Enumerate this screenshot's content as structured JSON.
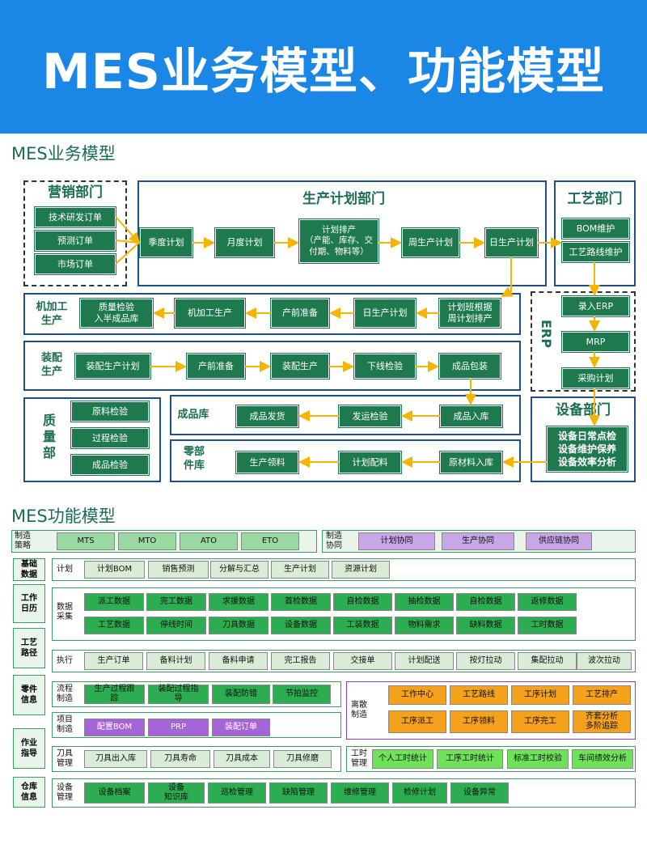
{
  "banner": {
    "title": "MES业务模型、功能模型"
  },
  "business": {
    "title": "MES业务模型",
    "marketing": {
      "label": "营销部门",
      "items": [
        "技术研发订单",
        "预测订单",
        "市场订单"
      ]
    },
    "planning": {
      "label": "生产计划部门",
      "items": [
        "季度计划",
        "月度计划",
        "计划排产\n（产能、库存、交\n付期、物料等）",
        "周生产计划",
        "日生产计划"
      ]
    },
    "process": {
      "label": "工艺部门",
      "items": [
        "BOM维护",
        "工艺路线维护"
      ]
    },
    "machining": {
      "label": "机加工\n生产",
      "items": [
        "质量检验\n入半成品库",
        "机加工生产",
        "产前准备",
        "日生产计划",
        "计划班根据\n周计划排产"
      ]
    },
    "assembly": {
      "label": "装配\n生产",
      "items": [
        "装配生产计划",
        "产前准备",
        "装配生产",
        "下线检验",
        "成品包装"
      ]
    },
    "erp": {
      "label": "ERP",
      "items": [
        "录入ERP",
        "MRP",
        "采购计划"
      ]
    },
    "quality": {
      "label": "质\n量\n部",
      "items": [
        "原料检验",
        "过程检验",
        "成品检验"
      ]
    },
    "finished": {
      "label": "成品库",
      "items": [
        "成品发货",
        "发运检验",
        "成品入库"
      ]
    },
    "parts": {
      "label": "零部\n件库",
      "items": [
        "生产领料",
        "计划配料",
        "原材料入库"
      ]
    },
    "equipment": {
      "label": "设备部门",
      "items": "设备日常点检\n设备维护保养\n设备效率分析"
    }
  },
  "functional": {
    "title": "MES功能模型",
    "sidebar": [
      "基础\n数据",
      "工作\n日历",
      "工艺\n路径",
      "零件\n信息",
      "作业\n指导",
      "仓库\n信息"
    ],
    "strategy": {
      "label": "制造\n策略",
      "items": [
        "MTS",
        "MTO",
        "ATO",
        "ETO"
      ]
    },
    "collab": {
      "label": "制造\n协同",
      "items": [
        "计划协同",
        "生产协同",
        "供应链协同"
      ]
    },
    "plan": {
      "label": "计划",
      "items": [
        "计划BOM",
        "销售预测",
        "分解与汇总",
        "生产计划",
        "资源计划"
      ]
    },
    "collect": {
      "label": "数据\n采集",
      "row1": [
        "派工数据",
        "完工数据",
        "求援数据",
        "首检数据",
        "自检数据",
        "抽检数据",
        "自检数据",
        "返修数据"
      ],
      "row2": [
        "工艺数据",
        "停线时间",
        "刀具数据",
        "设备数据",
        "工装数据",
        "物料需求",
        "缺料数据",
        "工时数据"
      ]
    },
    "exec": {
      "label": "执行",
      "items": [
        "生产订单",
        "备料计划",
        "备料申请",
        "完工报告",
        "交接单",
        "计划配送",
        "按灯拉动",
        "集配拉动",
        "波次拉动"
      ]
    },
    "flow": {
      "label": "流程\n制造",
      "items": [
        "生产过程跟\n踪",
        "装配过程指\n导",
        "装配防错",
        "节拍监控"
      ]
    },
    "discrete": {
      "label": "离散\n制造",
      "row1": [
        "工作中心",
        "工艺路线",
        "工序计划",
        "工艺排产"
      ],
      "row2": [
        "工序派工",
        "工序领料",
        "工序完工",
        "齐套分析\n多阶追踪"
      ]
    },
    "project": {
      "label": "项目\n制造",
      "items": [
        "配置BOM",
        "PRP",
        "装配订单"
      ]
    },
    "tool": {
      "label": "刀具\n管理",
      "items": [
        "刀具出入库",
        "刀具寿命",
        "刀具成本",
        "刀具修磨"
      ]
    },
    "hours": {
      "label": "工时\n管理",
      "items": [
        "个人工时统计",
        "工序工时统计",
        "标准工时校验",
        "车间绩效分析"
      ]
    },
    "device": {
      "label": "设备\n管理",
      "items": [
        "设备档案",
        "设备\n知识库",
        "巡检管理",
        "缺陷管理",
        "维修管理",
        "检修计划",
        "设备异常"
      ]
    }
  }
}
